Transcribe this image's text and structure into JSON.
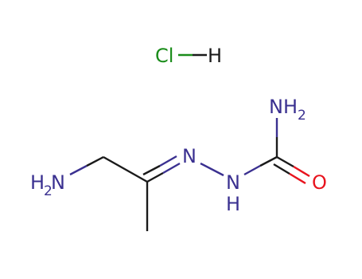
{
  "molecule": {
    "salt": {
      "cl_label": "Cl",
      "h_label": "H"
    },
    "atoms": {
      "amine_left": {
        "h": "H",
        "h_count": "2",
        "n": "N"
      },
      "imine_n": "N",
      "hydrazide_n": "N",
      "hydrazide_h": "H",
      "amide_n": "NH",
      "amide_h_count": "2",
      "carbonyl_o": "O"
    },
    "colors": {
      "nitrogen": "#3a3090",
      "oxygen": "#e8141e",
      "chlorine": "#1a8c1a",
      "hydrogen_carbon": "#1a1a1a"
    }
  }
}
